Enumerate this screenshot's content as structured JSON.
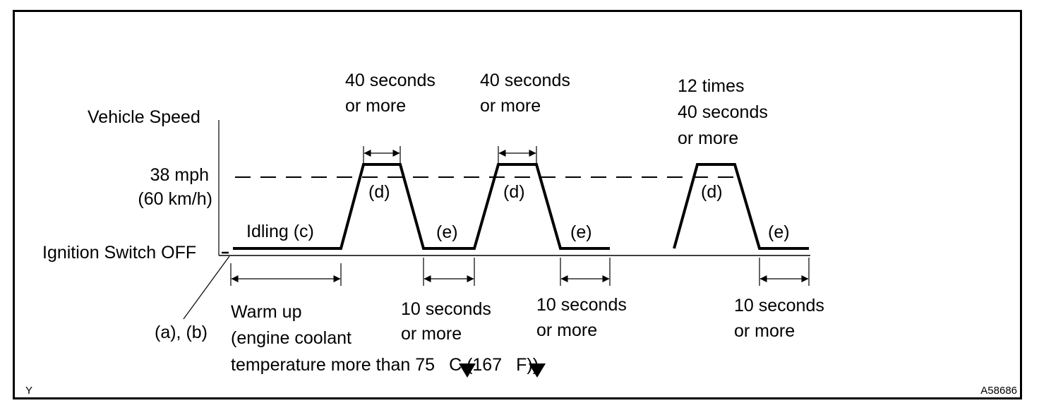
{
  "axis": {
    "y_label": "Vehicle Speed",
    "speed_line1": "38 mph",
    "speed_line2": "(60 km/h)",
    "baseline_label": "Ignition Switch OFF"
  },
  "steps": {
    "ab": "(a), (b)",
    "idling": "Idling (c)",
    "d": "(d)",
    "e": "(e)"
  },
  "warmup": {
    "line1": "Warm up",
    "line2": "(engine coolant",
    "line3a": "temperature more than 75",
    "line3b": "C (167",
    "line3c": "F))"
  },
  "durations": {
    "d_line1": "40 seconds",
    "d_line2": "or more",
    "repeat": "12 times",
    "e_line1": "10 seconds",
    "e_line2": "or more"
  },
  "footer": {
    "left_code": "Y",
    "figure_id": "A58686"
  }
}
